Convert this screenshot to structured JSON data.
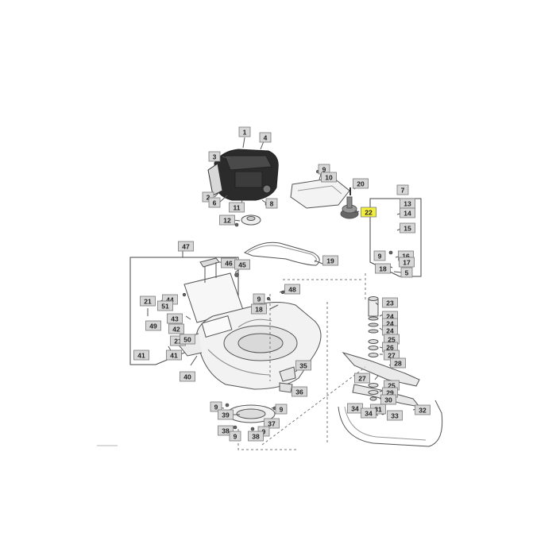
{
  "diagram": {
    "highlight_color": "#f2ee3c",
    "callout_fill": "#d6d6d6",
    "callout_stroke": "#7a7a7a",
    "line_color": "#555555",
    "callouts": [
      {
        "id": "c1",
        "label": "1"
      },
      {
        "id": "c4",
        "label": "4"
      },
      {
        "id": "c3",
        "label": "3"
      },
      {
        "id": "c2",
        "label": "2"
      },
      {
        "id": "c6",
        "label": "6"
      },
      {
        "id": "c11",
        "label": "11"
      },
      {
        "id": "c8",
        "label": "8"
      },
      {
        "id": "c12",
        "label": "12"
      },
      {
        "id": "c9a",
        "label": "9"
      },
      {
        "id": "c10",
        "label": "10"
      },
      {
        "id": "c20",
        "label": "20"
      },
      {
        "id": "c22",
        "label": "22",
        "highlight": true
      },
      {
        "id": "c7",
        "label": "7"
      },
      {
        "id": "c13",
        "label": "13"
      },
      {
        "id": "c14",
        "label": "14"
      },
      {
        "id": "c15",
        "label": "15"
      },
      {
        "id": "c9b",
        "label": "9"
      },
      {
        "id": "c16",
        "label": "16"
      },
      {
        "id": "c17",
        "label": "17"
      },
      {
        "id": "c18a",
        "label": "18"
      },
      {
        "id": "c5",
        "label": "5"
      },
      {
        "id": "c19",
        "label": "19"
      },
      {
        "id": "c47",
        "label": "47"
      },
      {
        "id": "c46",
        "label": "46"
      },
      {
        "id": "c45",
        "label": "45"
      },
      {
        "id": "c48",
        "label": "48"
      },
      {
        "id": "c9c",
        "label": "9"
      },
      {
        "id": "c18b",
        "label": "18"
      },
      {
        "id": "c21a",
        "label": "21"
      },
      {
        "id": "c44",
        "label": "44"
      },
      {
        "id": "c51",
        "label": "51"
      },
      {
        "id": "c43",
        "label": "43"
      },
      {
        "id": "c49",
        "label": "49"
      },
      {
        "id": "c42",
        "label": "42"
      },
      {
        "id": "c21b",
        "label": "21"
      },
      {
        "id": "c50",
        "label": "50"
      },
      {
        "id": "c41a",
        "label": "41"
      },
      {
        "id": "c41b",
        "label": "41"
      },
      {
        "id": "c40",
        "label": "40"
      },
      {
        "id": "c23",
        "label": "23"
      },
      {
        "id": "c24a",
        "label": "24"
      },
      {
        "id": "c24b",
        "label": "24"
      },
      {
        "id": "c24c",
        "label": "24"
      },
      {
        "id": "c25a",
        "label": "25"
      },
      {
        "id": "c26",
        "label": "26"
      },
      {
        "id": "c27a",
        "label": "27"
      },
      {
        "id": "c28",
        "label": "28"
      },
      {
        "id": "c27b",
        "label": "27"
      },
      {
        "id": "c25b",
        "label": "25"
      },
      {
        "id": "c29",
        "label": "29"
      },
      {
        "id": "c30",
        "label": "30"
      },
      {
        "id": "c31",
        "label": "31"
      },
      {
        "id": "c34a",
        "label": "34"
      },
      {
        "id": "c34b",
        "label": "34"
      },
      {
        "id": "c33",
        "label": "33"
      },
      {
        "id": "c32",
        "label": "32"
      },
      {
        "id": "c35",
        "label": "35"
      },
      {
        "id": "c36",
        "label": "36"
      },
      {
        "id": "c9d",
        "label": "9"
      },
      {
        "id": "c39",
        "label": "39"
      },
      {
        "id": "c9e",
        "label": "9"
      },
      {
        "id": "c37",
        "label": "37"
      },
      {
        "id": "c38a",
        "label": "38"
      },
      {
        "id": "c9f",
        "label": "9"
      },
      {
        "id": "c9g",
        "label": "9"
      },
      {
        "id": "c38b",
        "label": "38"
      }
    ]
  }
}
